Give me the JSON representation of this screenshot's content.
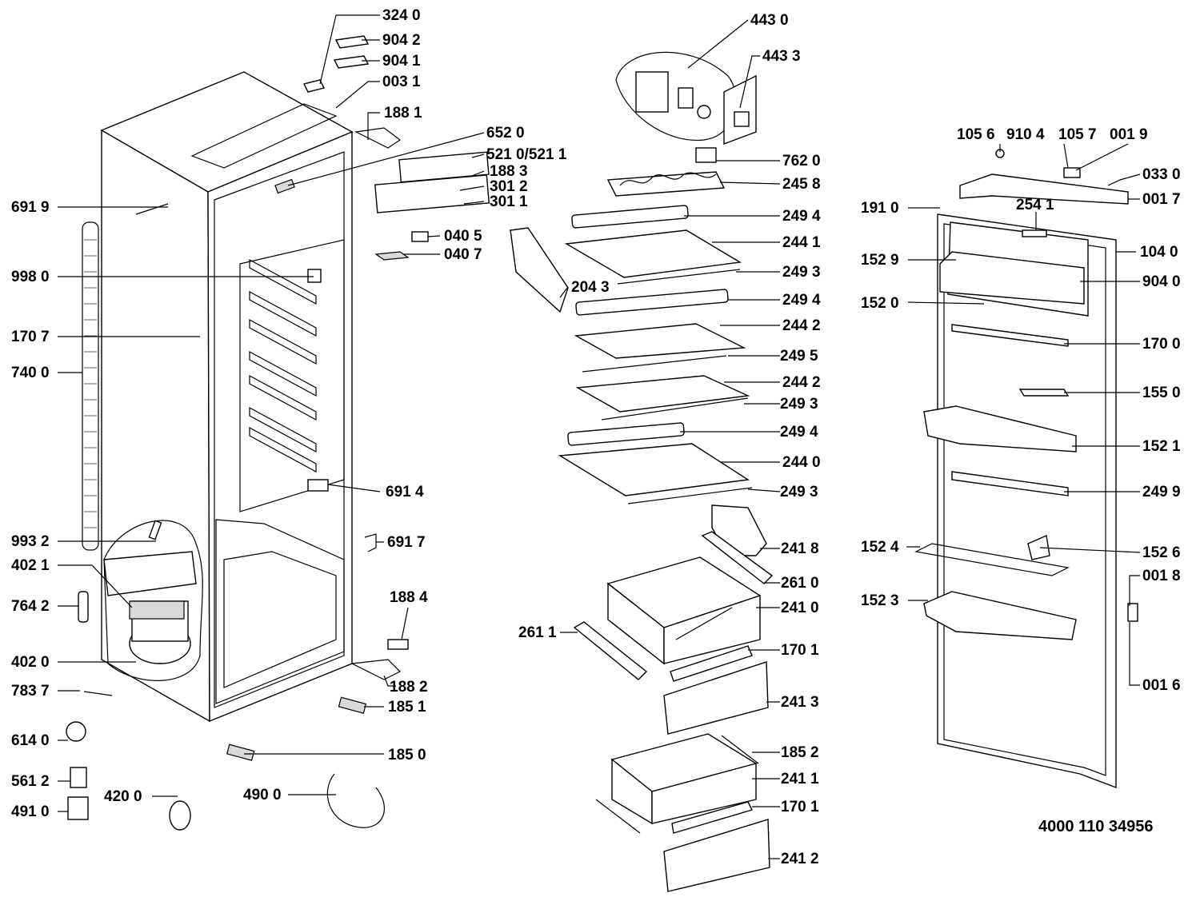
{
  "diagram": {
    "document_number": "4000 110 34956",
    "callouts": [
      {
        "id": "c1",
        "text": "324 0"
      },
      {
        "id": "c2",
        "text": "904 2"
      },
      {
        "id": "c3",
        "text": "904 1"
      },
      {
        "id": "c4",
        "text": "003 1"
      },
      {
        "id": "c5",
        "text": "188 1"
      },
      {
        "id": "c6",
        "text": "652 0"
      },
      {
        "id": "c7",
        "text": "521 0/521 1"
      },
      {
        "id": "c8",
        "text": "188 3"
      },
      {
        "id": "c9",
        "text": "301 2"
      },
      {
        "id": "c10",
        "text": "301 1"
      },
      {
        "id": "c11",
        "text": "040 5"
      },
      {
        "id": "c12",
        "text": "040 7"
      },
      {
        "id": "c13",
        "text": "691 9"
      },
      {
        "id": "c14",
        "text": "998 0"
      },
      {
        "id": "c15",
        "text": "170 7"
      },
      {
        "id": "c16",
        "text": "740 0"
      },
      {
        "id": "c17",
        "text": "691 4"
      },
      {
        "id": "c18",
        "text": "691 7"
      },
      {
        "id": "c19",
        "text": "993 2"
      },
      {
        "id": "c20",
        "text": "402 1"
      },
      {
        "id": "c21",
        "text": "764 2"
      },
      {
        "id": "c22",
        "text": "402 0"
      },
      {
        "id": "c23",
        "text": "783 7"
      },
      {
        "id": "c24",
        "text": "614 0"
      },
      {
        "id": "c25",
        "text": "561 2"
      },
      {
        "id": "c26",
        "text": "491 0"
      },
      {
        "id": "c27",
        "text": "420 0"
      },
      {
        "id": "c28",
        "text": "490 0"
      },
      {
        "id": "c29",
        "text": "185 0"
      },
      {
        "id": "c30",
        "text": "185 1"
      },
      {
        "id": "c31",
        "text": "188 2"
      },
      {
        "id": "c32",
        "text": "188 4"
      },
      {
        "id": "c33",
        "text": "443 0"
      },
      {
        "id": "c34",
        "text": "443 3"
      },
      {
        "id": "c35",
        "text": "762 0"
      },
      {
        "id": "c36",
        "text": "245 8"
      },
      {
        "id": "c37",
        "text": "249 4"
      },
      {
        "id": "c38",
        "text": "244 1"
      },
      {
        "id": "c39",
        "text": "249 3"
      },
      {
        "id": "c40",
        "text": "204 3"
      },
      {
        "id": "c41",
        "text": "249 4"
      },
      {
        "id": "c42",
        "text": "244 2"
      },
      {
        "id": "c43",
        "text": "249 5"
      },
      {
        "id": "c44",
        "text": "244 2"
      },
      {
        "id": "c45",
        "text": "249 3"
      },
      {
        "id": "c46",
        "text": "249 4"
      },
      {
        "id": "c47",
        "text": "244 0"
      },
      {
        "id": "c48",
        "text": "249 3"
      },
      {
        "id": "c49",
        "text": "241 8"
      },
      {
        "id": "c50",
        "text": "261 0"
      },
      {
        "id": "c51",
        "text": "241 0"
      },
      {
        "id": "c52",
        "text": "261 1"
      },
      {
        "id": "c53",
        "text": "170 1"
      },
      {
        "id": "c54",
        "text": "241 3"
      },
      {
        "id": "c55",
        "text": "185 2"
      },
      {
        "id": "c56",
        "text": "241 1"
      },
      {
        "id": "c57",
        "text": "170 1"
      },
      {
        "id": "c58",
        "text": "241 2"
      },
      {
        "id": "c59",
        "text": "105 6"
      },
      {
        "id": "c60",
        "text": "910 4"
      },
      {
        "id": "c61",
        "text": "105 7"
      },
      {
        "id": "c62",
        "text": "001 9"
      },
      {
        "id": "c63",
        "text": "033 0"
      },
      {
        "id": "c64",
        "text": "001 7"
      },
      {
        "id": "c65",
        "text": "191 0"
      },
      {
        "id": "c66",
        "text": "254 1"
      },
      {
        "id": "c67",
        "text": "104 0"
      },
      {
        "id": "c68",
        "text": "152 9"
      },
      {
        "id": "c69",
        "text": "904 0"
      },
      {
        "id": "c70",
        "text": "152 0"
      },
      {
        "id": "c71",
        "text": "170 0"
      },
      {
        "id": "c72",
        "text": "155 0"
      },
      {
        "id": "c73",
        "text": "152 1"
      },
      {
        "id": "c74",
        "text": "249 9"
      },
      {
        "id": "c75",
        "text": "152 4"
      },
      {
        "id": "c76",
        "text": "152 6"
      },
      {
        "id": "c77",
        "text": "001 8"
      },
      {
        "id": "c78",
        "text": "152 3"
      },
      {
        "id": "c79",
        "text": "001 6"
      }
    ]
  }
}
